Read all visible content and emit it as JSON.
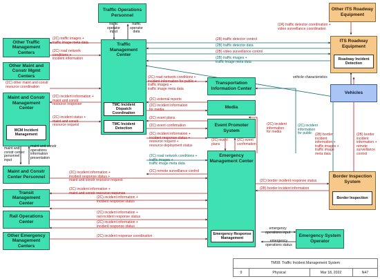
{
  "entities": {
    "traffic_ops_personnel": "Traffic Operations Personnel",
    "other_tmc": "Other Traffic Management Centers",
    "other_mcm": "Other Maint and Constr Mgmt Centers",
    "mcm_center": "Maint and Constr Management Center",
    "mcm_incident_mgmt": "MCM Incident Management",
    "mcm_center_personnel": "Maint and Constr Center Personnel",
    "transit_mgmt": "Transit Management Center",
    "rail_ops": "Rail Operations Center",
    "other_emergency": "Other Emergency Management Centers",
    "tmc": "Traffic Management Center",
    "tmc_dispatch": "TMC Incident Dispatch Coordination",
    "tmc_detection": "TMC Incident Detection",
    "tic": "Transportation Information Center",
    "media": "Media",
    "event_promoter": "Event Promoter System",
    "emc": "Emergency Management Center",
    "emergency_response_mgmt": "Emergency Response Management",
    "emergency_operator": "Emergency System Operator",
    "other_its": "Other ITS Roadway Equipment",
    "its_roadway": "ITS Roadway Equipment",
    "roadway_incident_detection": "Roadway Incident Detection",
    "vehicles": "Vehicles",
    "border_inspection_system": "Border Inspection System",
    "border_inspection": "Border Inspection"
  },
  "flows": {
    "f_tso_in": "traffic\noperator\ninput",
    "f_tso_out": "traffic\noperator\ndata",
    "f_otmc": "(2C) traffic images +\ntraffic image meta data",
    "f_otmc2": "(2C) road network\nconditions +\nincident information",
    "f_omcm": "(2C) other maint and constr\nresource coordination",
    "f_mcm1": "(2C) incident information +\nmaint and constr\nresource response",
    "f_mcm2": "(2C) incident status +\nmaint and constr\nresource request",
    "f_mcmp1": "maint and\nconstr center\npersonnel\ninput",
    "f_mcmp2": "maint and constr\noperations\ninformation\npresentation",
    "f_det_ctrl": "(2B) traffic detector control",
    "f_det_data": "(2B) traffic detector data",
    "f_video_ctrl": "(2B) video surveillance control",
    "f_img": "(2B) traffic images +\ntraffic image meta data",
    "f_other_its": "(2A) traffic detector coordination +\nvideo surveillance coordination",
    "f_vehicle": "vehicle characteristics",
    "f_tic": "(2C) road network conditions +\nincident information for public +\ntraffic images +\ntraffic image meta data",
    "f_media1": "(2C) external reports",
    "f_media2": "(2C) incident information\nfor media",
    "f_event1": "(2C) event plans",
    "f_event2": "(2C) event confirmation",
    "f_emc1": "(2C) incident information +\nincident response status +\nresource request +\nresource deployment status",
    "f_emc2": "(2C) road network conditions +\ntraffic images +\ntraffic image meta data",
    "f_emc3": "(2C) remote surveillance control",
    "f_ev_plans": "(2C) event\nplans",
    "f_ev_conf": "(2C) event\nconfirmation",
    "f_media3": "(2C) incident\ninformation\nfor media",
    "f_tic2": "(2C) incident\ninformation\nfor public",
    "f_border1": "(2B) border\nincident\ninformation +\ntraffic images +\ntraffic image\nmeta data",
    "f_border2": "(2B) border\nincident\ninformation +\nremote\nsurveillance\ncontrol",
    "f_border3": "(2C) border incident response status",
    "f_border4": "(2B) border incident information",
    "f_mcm_emc1": "(2C) incident information +\nincident response status +\nmaint and constr resource request",
    "f_mcm_emc2": "(2C) incident information +\nmaint and constr resource response",
    "f_transit1": "(2C) incident information +\nincident response status",
    "f_transit2": "(2C) incident information +\nrail incident response status",
    "f_rail": "(2C) incident information +\nincident response status",
    "f_oemc": "(2C) incident response coordination",
    "f_operator1": "emergency\noperations input",
    "f_operator2": "emergency\noperations status"
  },
  "footer": {
    "title": "TM08: Traffic Incident Management System",
    "sheet": "9",
    "view": "Physical",
    "date": "Mar 18, 2022",
    "page": "N47"
  },
  "colors": {
    "subsystem": "#3fe0b2",
    "external": "#f6c98a",
    "vehicle": "#aac4f6",
    "flow_2c": "#b71c1c",
    "flow_2b": "#0b6b6b"
  }
}
